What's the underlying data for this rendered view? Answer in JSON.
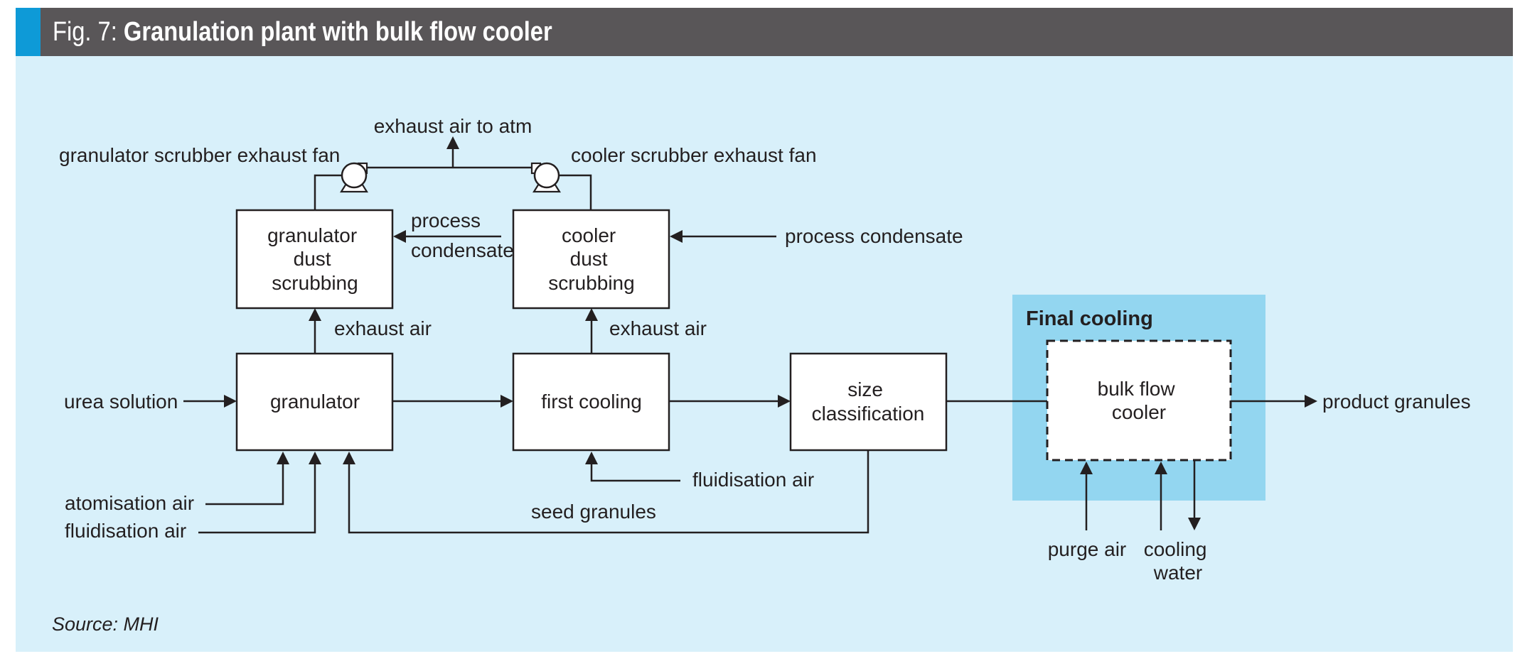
{
  "header": {
    "fig_label": "Fig. 7:",
    "title": "Granulation plant with bulk flow cooler",
    "bar_color": "#595658",
    "accent_color": "#0e9ad7"
  },
  "panel": {
    "background_color": "#d8f0fa",
    "final_cooling_color": "#93d6f0"
  },
  "nodes": {
    "granulator_scrubbing": [
      "granulator",
      "dust",
      "scrubbing"
    ],
    "cooler_scrubbing": [
      "cooler",
      "dust",
      "scrubbing"
    ],
    "granulator": "granulator",
    "first_cooling": "first cooling",
    "size_classification": [
      "size",
      "classification"
    ],
    "bulk_flow_cooler": [
      "bulk flow",
      "cooler"
    ]
  },
  "group": {
    "final_cooling": "Final cooling"
  },
  "labels": {
    "exhaust_to_atm": "exhaust air to atm",
    "granulator_fan": "granulator scrubber exhaust fan",
    "cooler_fan": "cooler scrubber exhaust fan",
    "process_condensate_left": [
      "process",
      "condensate"
    ],
    "process_condensate_right": "process condensate",
    "exhaust_air_1": "exhaust air",
    "exhaust_air_2": "exhaust air",
    "urea_solution": "urea solution",
    "atomisation_air": "atomisation air",
    "fluidisation_air_1": "fluidisation air",
    "fluidisation_air_2": "fluidisation air",
    "seed_granules": "seed granules",
    "product_granules": "product granules",
    "purge_air": "purge air",
    "cooling_water": [
      "cooling",
      "water"
    ]
  },
  "footer": {
    "source": "Source: MHI"
  }
}
